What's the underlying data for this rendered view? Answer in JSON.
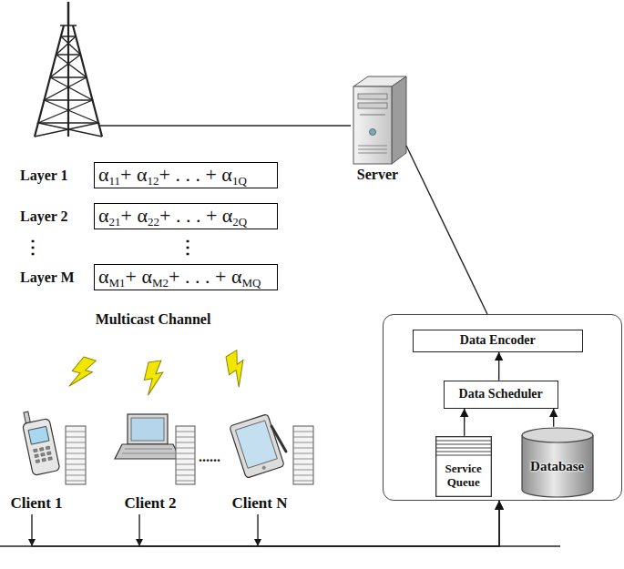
{
  "diagram": {
    "nodes": [
      {
        "text": [
          "Layer 1",
          "α11+ α12+ . . . + α1Q"
        ]
      },
      {
        "text": [
          "Layer 2",
          "α21+ α22+ . . . + α2Q"
        ]
      },
      {
        "text": [
          "Layer M",
          "αM1+ αM2+ . . . + αMQ"
        ]
      },
      {
        "text": [
          "Server"
        ]
      },
      {
        "text": [
          "Client 1"
        ]
      },
      {
        "text": [
          "Client 2"
        ]
      },
      {
        "text": [
          "Client N"
        ]
      },
      {
        "text": []
      },
      {
        "text": [
          "Data Encoder"
        ],
        "in": 7
      },
      {
        "text": [
          "Data Scheduler"
        ],
        "in": 7
      },
      {
        "text": [
          "Service Queue"
        ],
        "in": 7
      },
      {
        "text": [
          "Database"
        ],
        "in": 7
      }
    ],
    "edges": [
      {
        "from": 3,
        "to": 7,
        "arrow": "none"
      },
      {
        "from": 4,
        "to": 7,
        "arrow": "to"
      },
      {
        "from": 5,
        "to": 7,
        "arrow": "to"
      },
      {
        "from": 6,
        "to": 7,
        "arrow": "to"
      },
      {
        "from": 10,
        "to": 9,
        "arrow": "to"
      },
      {
        "from": 11,
        "to": 9,
        "arrow": "to"
      },
      {
        "from": 9,
        "to": 8,
        "arrow": "to"
      }
    ],
    "labels": [
      "⋮",
      "⋮",
      "Multicast Channel",
      "......"
    ]
  }
}
